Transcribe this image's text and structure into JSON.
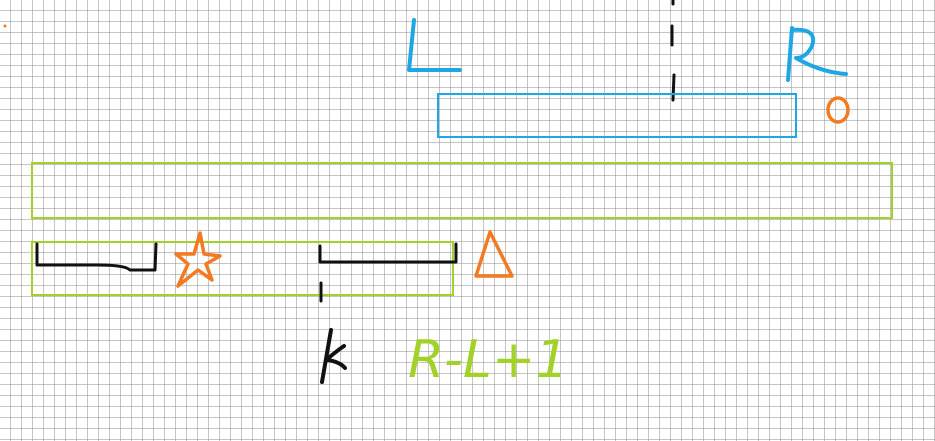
{
  "labels": {
    "left": "L",
    "right": "R",
    "zero": "o",
    "k": "k",
    "length": "R-L+1"
  },
  "colors": {
    "blue": "#1ea7e4",
    "green": "#a2d12a",
    "orange": "#f27a22",
    "black": "#111111"
  }
}
